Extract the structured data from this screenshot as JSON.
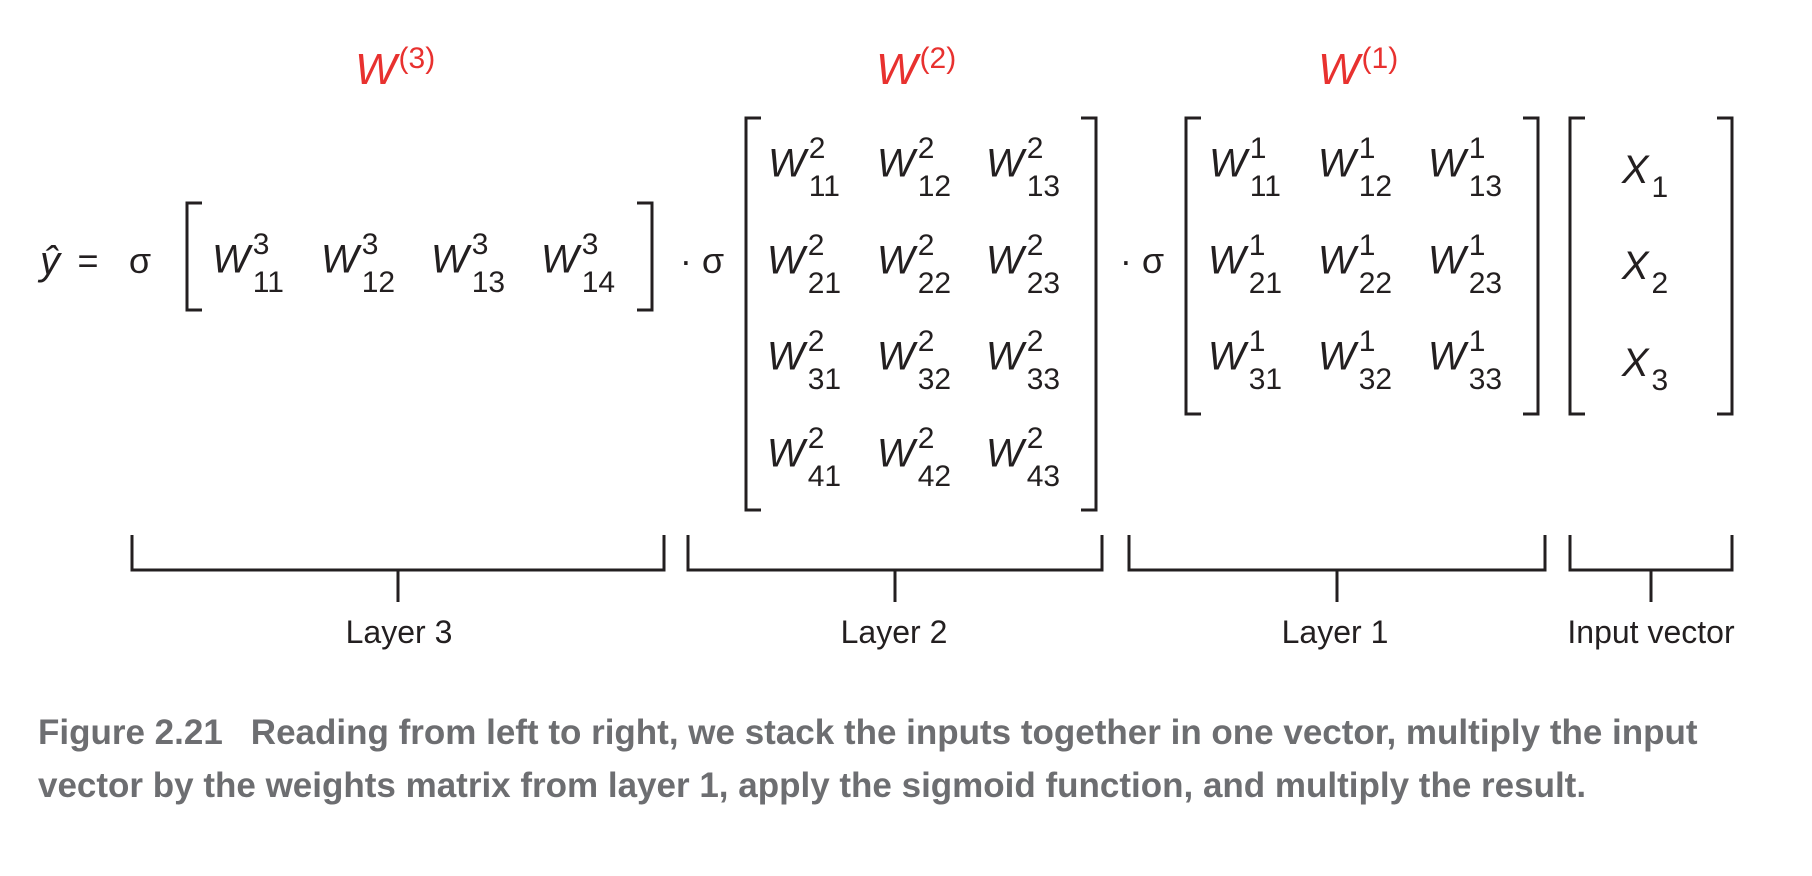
{
  "weight_labels": {
    "w3": {
      "base": "W",
      "sup": "(3)"
    },
    "w2": {
      "base": "W",
      "sup": "(2)"
    },
    "w1": {
      "base": "W",
      "sup": "(1)"
    }
  },
  "equation": {
    "lhs": "ŷ",
    "equals": "=",
    "sigma": "σ",
    "dot_sigma": "· σ"
  },
  "layer3_matrix": [
    [
      {
        "w": "W",
        "sup": "3",
        "sub": "11"
      },
      {
        "w": "W",
        "sup": "3",
        "sub": "12"
      },
      {
        "w": "W",
        "sup": "3",
        "sub": "13"
      },
      {
        "w": "W",
        "sup": "3",
        "sub": "14"
      }
    ]
  ],
  "layer2_matrix": [
    [
      {
        "w": "W",
        "sup": "2",
        "sub": "11"
      },
      {
        "w": "W",
        "sup": "2",
        "sub": "12"
      },
      {
        "w": "W",
        "sup": "2",
        "sub": "13"
      }
    ],
    [
      {
        "w": "W",
        "sup": "2",
        "sub": "21"
      },
      {
        "w": "W",
        "sup": "2",
        "sub": "22"
      },
      {
        "w": "W",
        "sup": "2",
        "sub": "23"
      }
    ],
    [
      {
        "w": "W",
        "sup": "2",
        "sub": "31"
      },
      {
        "w": "W",
        "sup": "2",
        "sub": "32"
      },
      {
        "w": "W",
        "sup": "2",
        "sub": "33"
      }
    ],
    [
      {
        "w": "W",
        "sup": "2",
        "sub": "41"
      },
      {
        "w": "W",
        "sup": "2",
        "sub": "42"
      },
      {
        "w": "W",
        "sup": "2",
        "sub": "43"
      }
    ]
  ],
  "layer1_matrix": [
    [
      {
        "w": "W",
        "sup": "1",
        "sub": "11"
      },
      {
        "w": "W",
        "sup": "1",
        "sub": "12"
      },
      {
        "w": "W",
        "sup": "1",
        "sub": "13"
      }
    ],
    [
      {
        "w": "W",
        "sup": "1",
        "sub": "21"
      },
      {
        "w": "W",
        "sup": "1",
        "sub": "22"
      },
      {
        "w": "W",
        "sup": "1",
        "sub": "23"
      }
    ],
    [
      {
        "w": "W",
        "sup": "1",
        "sub": "31"
      },
      {
        "w": "W",
        "sup": "1",
        "sub": "32"
      },
      {
        "w": "W",
        "sup": "1",
        "sub": "33"
      }
    ]
  ],
  "input_vector": [
    {
      "x": "X",
      "sub": "1"
    },
    {
      "x": "X",
      "sub": "2"
    },
    {
      "x": "X",
      "sub": "3"
    }
  ],
  "layer_labels": {
    "layer3": "Layer 3",
    "layer2": "Layer 2",
    "layer1": "Layer 1",
    "input": "Input vector"
  },
  "caption": {
    "figure": "Figure 2.21",
    "text": "Reading from left to right, we stack the inputs together in one vector, multiply the input vector by the weights matrix from layer 1, apply the sigmoid function, and multiply the result."
  }
}
